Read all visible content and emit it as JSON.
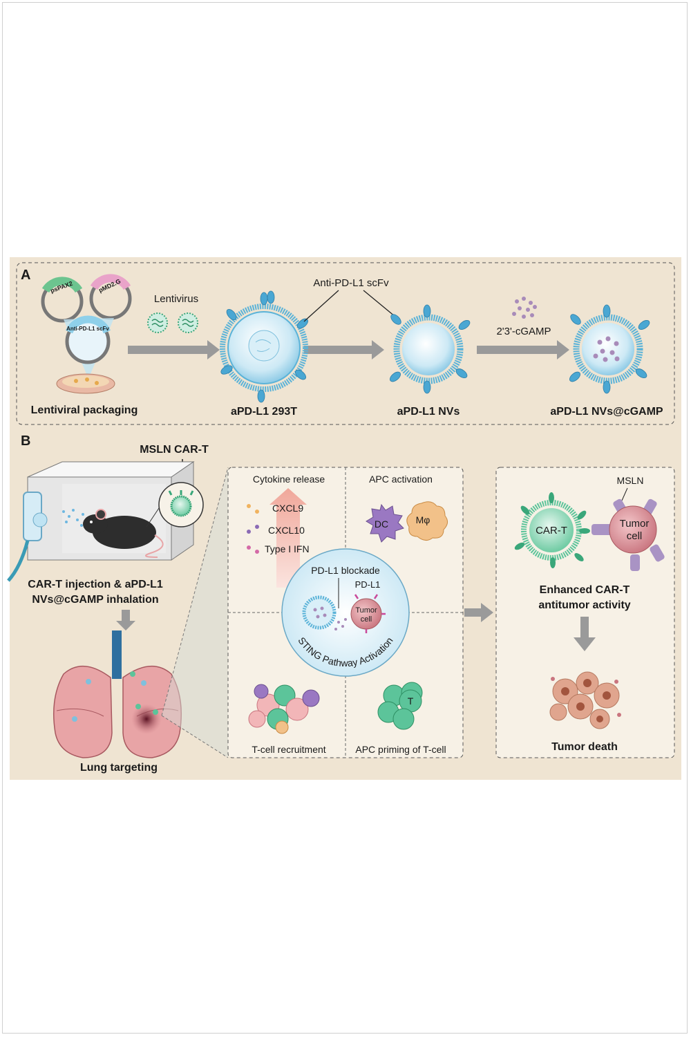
{
  "panel_a": {
    "letter": "A",
    "plasmids": [
      "psPAX2",
      "pMD2.G",
      "Anti-PD-L1 scFv"
    ],
    "lentivirus_label": "Lentivirus",
    "scfv_label": "Anti-PD-L1 scFv",
    "cgamp_label": "2'3'-cGAMP",
    "step_labels": [
      "Lentiviral packaging",
      "aPD-L1 293T",
      "aPD-L1 NVs",
      "aPD-L1 NVs@cGAMP"
    ]
  },
  "panel_b": {
    "letter": "B",
    "car_t_label": "MSLN CAR-T",
    "injection_label_1": "CAR-T injection & aPD-L1",
    "injection_label_2": "NVs@cGAMP inhalation",
    "lung_label": "Lung targeting",
    "quadrants": {
      "cytokine_title": "Cytokine release",
      "cytokines": [
        "CXCL9",
        "CXCL10",
        "Type I IFN"
      ],
      "apc_title": "APC activation",
      "dc_label": "DC",
      "mphi_label": "Mφ",
      "recruit_title": "T-cell recruitment",
      "priming_title": "APC priming of T-cell",
      "t_label": "T"
    },
    "center": {
      "blockade_label": "PD-L1 blockade",
      "pdl1_label": "PD-L1",
      "tumor_label_1": "Tumor",
      "tumor_label_2": "cell",
      "sting_label": "STING Pathway Activation"
    },
    "right": {
      "mesothelin_label": "MSLN",
      "cart_label": "CAR-T",
      "tumor_label_1": "Tumor",
      "tumor_label_2": "cell",
      "enhanced_label_1": "Enhanced CAR-T",
      "enhanced_label_2": "antitumor activity",
      "death_label": "Tumor death"
    }
  },
  "colors": {
    "background": "#efe4d2",
    "vesicle_blue": "#5bb3d8",
    "car_t_green": "#5cc49a",
    "tumor_pink": "#d98e97",
    "lung_pink": "#e8a4a6",
    "arrow_gray": "#9a9a9a"
  }
}
